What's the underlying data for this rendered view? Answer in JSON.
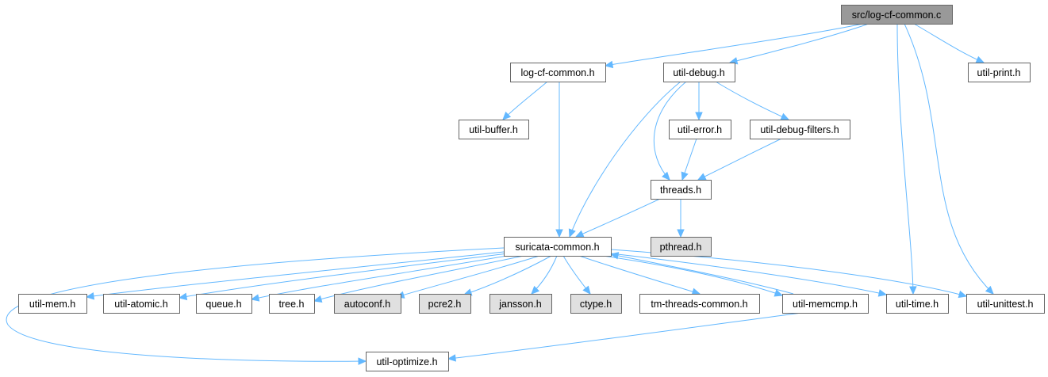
{
  "graph": {
    "nodes": {
      "root": {
        "label": "src/log-cf-common.c",
        "kind": "root"
      },
      "log_cf_common_h": {
        "label": "log-cf-common.h",
        "kind": "header"
      },
      "util_debug_h": {
        "label": "util-debug.h",
        "kind": "header"
      },
      "util_print_h": {
        "label": "util-print.h",
        "kind": "header"
      },
      "util_buffer_h": {
        "label": "util-buffer.h",
        "kind": "header"
      },
      "util_error_h": {
        "label": "util-error.h",
        "kind": "header"
      },
      "util_debug_filters_h": {
        "label": "util-debug-filters.h",
        "kind": "header"
      },
      "threads_h": {
        "label": "threads.h",
        "kind": "header"
      },
      "suricata_common_h": {
        "label": "suricata-common.h",
        "kind": "header"
      },
      "pthread_h": {
        "label": "pthread.h",
        "kind": "system"
      },
      "util_mem_h": {
        "label": "util-mem.h",
        "kind": "header"
      },
      "util_atomic_h": {
        "label": "util-atomic.h",
        "kind": "header"
      },
      "queue_h": {
        "label": "queue.h",
        "kind": "header"
      },
      "tree_h": {
        "label": "tree.h",
        "kind": "header"
      },
      "autoconf_h": {
        "label": "autoconf.h",
        "kind": "system"
      },
      "pcre2_h": {
        "label": "pcre2.h",
        "kind": "system"
      },
      "jansson_h": {
        "label": "jansson.h",
        "kind": "system"
      },
      "ctype_h": {
        "label": "ctype.h",
        "kind": "system"
      },
      "tm_threads_common_h": {
        "label": "tm-threads-common.h",
        "kind": "header"
      },
      "util_memcmp_h": {
        "label": "util-memcmp.h",
        "kind": "header"
      },
      "util_time_h": {
        "label": "util-time.h",
        "kind": "header"
      },
      "util_unittest_h": {
        "label": "util-unittest.h",
        "kind": "header"
      },
      "util_optimize_h": {
        "label": "util-optimize.h",
        "kind": "header"
      }
    },
    "edges": [
      [
        "root",
        "log_cf_common_h"
      ],
      [
        "root",
        "util_debug_h"
      ],
      [
        "root",
        "util_print_h"
      ],
      [
        "root",
        "util_time_h"
      ],
      [
        "root",
        "util_unittest_h"
      ],
      [
        "log_cf_common_h",
        "util_buffer_h"
      ],
      [
        "log_cf_common_h",
        "suricata_common_h"
      ],
      [
        "util_debug_h",
        "util_error_h"
      ],
      [
        "util_debug_h",
        "util_debug_filters_h"
      ],
      [
        "util_debug_h",
        "threads_h"
      ],
      [
        "util_debug_h",
        "suricata_common_h"
      ],
      [
        "util_error_h",
        "threads_h"
      ],
      [
        "util_debug_filters_h",
        "threads_h"
      ],
      [
        "threads_h",
        "suricata_common_h"
      ],
      [
        "threads_h",
        "pthread_h"
      ],
      [
        "suricata_common_h",
        "util_mem_h"
      ],
      [
        "suricata_common_h",
        "util_atomic_h"
      ],
      [
        "suricata_common_h",
        "queue_h"
      ],
      [
        "suricata_common_h",
        "tree_h"
      ],
      [
        "suricata_common_h",
        "autoconf_h"
      ],
      [
        "suricata_common_h",
        "pcre2_h"
      ],
      [
        "suricata_common_h",
        "jansson_h"
      ],
      [
        "suricata_common_h",
        "ctype_h"
      ],
      [
        "suricata_common_h",
        "tm_threads_common_h"
      ],
      [
        "suricata_common_h",
        "util_memcmp_h"
      ],
      [
        "suricata_common_h",
        "util_time_h"
      ],
      [
        "suricata_common_h",
        "util_unittest_h"
      ],
      [
        "suricata_common_h",
        "util_optimize_h"
      ],
      [
        "util_memcmp_h",
        "suricata_common_h"
      ],
      [
        "util_memcmp_h",
        "util_optimize_h"
      ]
    ]
  },
  "colors": {
    "edge": "#63b8ff",
    "root_fill": "#999999",
    "header_fill": "#ffffff",
    "system_fill": "#e0e0e0",
    "border": "#666666"
  }
}
